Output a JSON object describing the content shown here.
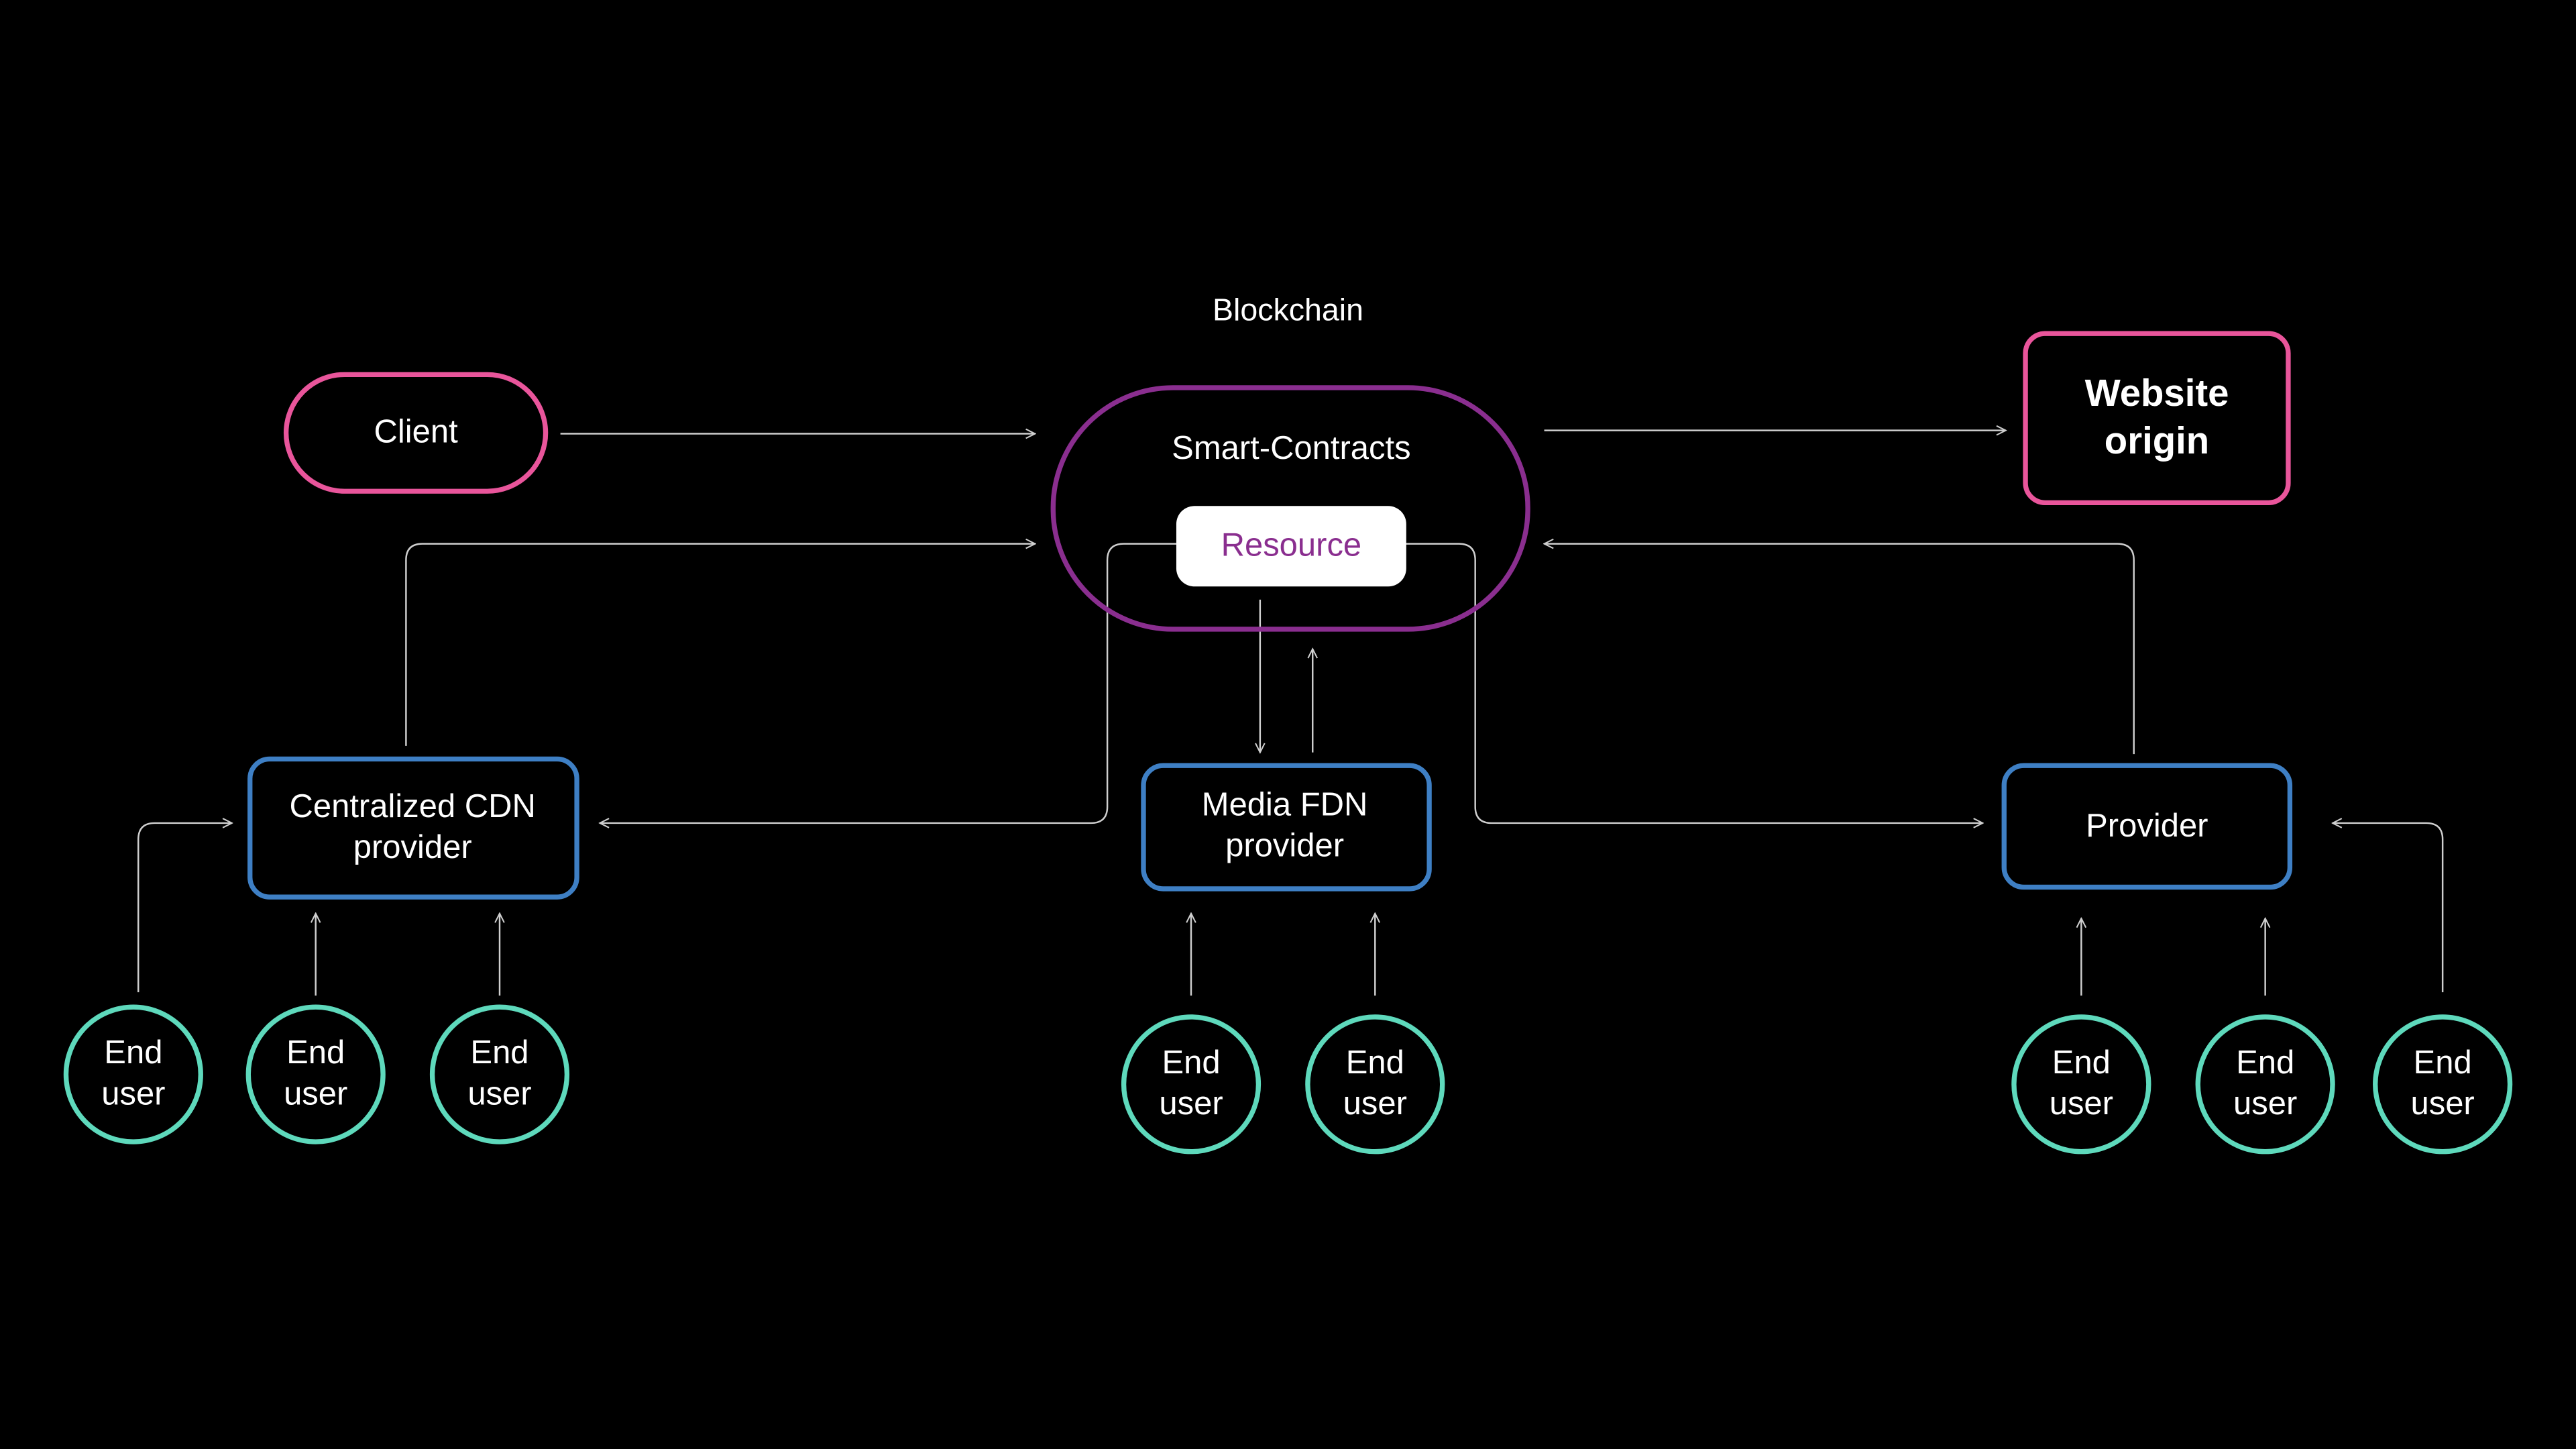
{
  "colors": {
    "background": "#000000",
    "pink": "#E9559B",
    "purple": "#8A2E8F",
    "blue": "#3E7FC4",
    "teal": "#5ED9BC",
    "line": "#cfcfcf",
    "text": "#ffffff",
    "resource_text": "#8A2E8F"
  },
  "title": "Blockchain",
  "client": "Client",
  "smart_contracts": "Smart-Contracts",
  "resource": "Resource",
  "website_origin": {
    "line1": "Website",
    "line2": "origin"
  },
  "centralized_cdn": {
    "line1": "Centralized CDN",
    "line2": "provider"
  },
  "media_fdn": {
    "line1": "Media FDN",
    "line2": "provider"
  },
  "provider": "Provider",
  "end_user": {
    "line1": "End",
    "line2": "user"
  }
}
